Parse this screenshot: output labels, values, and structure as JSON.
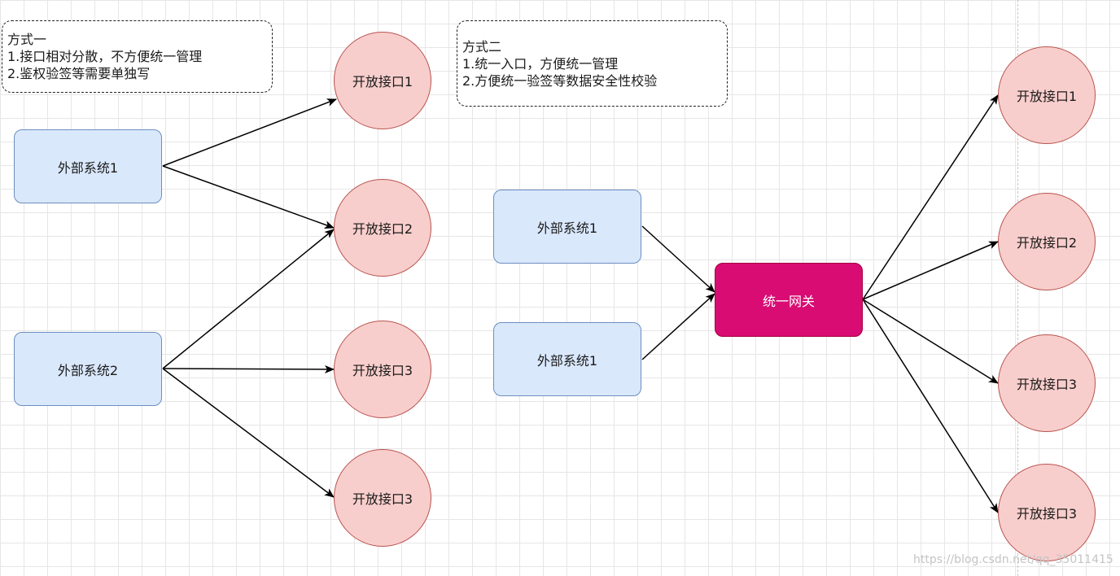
{
  "notes": [
    {
      "title": "方式一",
      "lines": [
        "1.接口相对分散，不方便统一管理",
        "2.鉴权验签等需要单独写"
      ]
    },
    {
      "title": "方式二",
      "lines": [
        "1.统一入口，方便统一管理",
        "2.方便统一验签等数据安全性校验"
      ]
    }
  ],
  "left": {
    "systems": [
      "外部系统1",
      "外部系统2"
    ],
    "apis": [
      "开放接口1",
      "开放接口2",
      "开放接口3",
      "开放接口3"
    ]
  },
  "right": {
    "systems": [
      "外部系统1",
      "外部系统1"
    ],
    "gateway": "统一网关",
    "apis": [
      "开放接口1",
      "开放接口2",
      "开放接口3",
      "开放接口3"
    ]
  },
  "watermark": "https://blog.csdn.net/qq_35011415",
  "colors": {
    "system_fill": "#dae8fc",
    "system_stroke": "#6c8ebf",
    "api_fill": "#f8cecc",
    "api_stroke": "#b85450",
    "gateway_fill": "#d80c73"
  }
}
